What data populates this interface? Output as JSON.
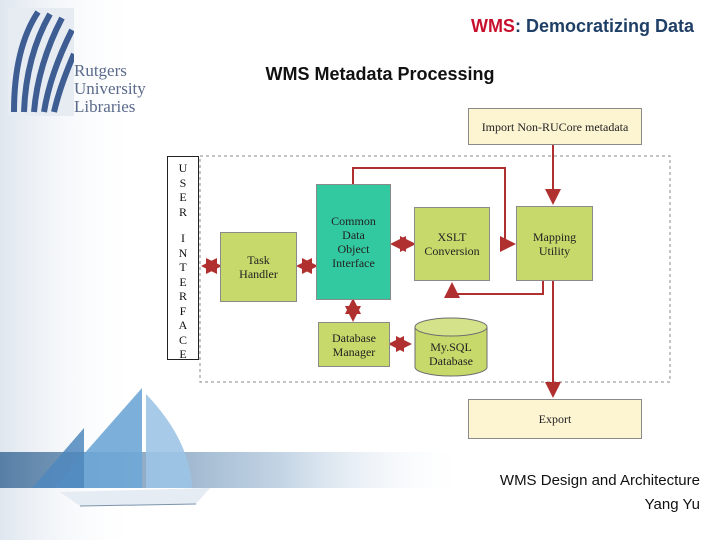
{
  "header": {
    "title_accent": "WMS",
    "title_rest": ": Democratizing Data"
  },
  "logo": {
    "line1": "Rutgers",
    "line2": "University",
    "line3": "Libraries"
  },
  "diagram": {
    "title": "WMS Metadata Processing",
    "user_interface_line1": [
      "U",
      "S",
      "E",
      "R"
    ],
    "user_interface_line2": [
      "I",
      "N",
      "T",
      "E",
      "R",
      "F",
      "A",
      "C",
      "E"
    ],
    "import_box": "Import Non-RUCore metadata",
    "task_handler": [
      "Task",
      "Handler"
    ],
    "common_data": [
      "Common",
      "Data",
      "Object",
      "Interface"
    ],
    "xslt": [
      "XSLT",
      "Conversion"
    ],
    "mapping": [
      "Mapping",
      "Utility"
    ],
    "db_manager": [
      "Database",
      "Manager"
    ],
    "mysql": [
      "My.SQL",
      "Database"
    ],
    "export_box": "Export"
  },
  "footer": {
    "line1": "WMS Design and Architecture",
    "line2": "Yang Yu"
  },
  "colors": {
    "title_blue": "#1f3f66",
    "title_red": "#c8102e",
    "box_green": "#c6d96a",
    "box_teal": "#33c9a0",
    "box_cream": "#fdf4d2",
    "arrow_red": "#b03030"
  }
}
